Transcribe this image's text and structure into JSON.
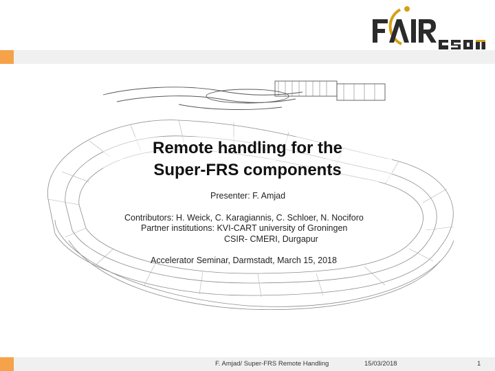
{
  "slide": {
    "title_line1": "Remote handling for the",
    "title_line2": "Super-FRS components",
    "presenter": "Presenter: F. Amjad",
    "contributors": "Contributors: H. Weick, C. Karagiannis, C. Schloer, N. Nociforo",
    "partners_line1": "Partner institutions: KVI-CART university of Groningen",
    "partners_line2": "CSIR- CMERI, Durgapur",
    "event": "Accelerator Seminar, Darmstadt, March 15, 2018"
  },
  "footer": {
    "author_title": "F. Amjad/ Super-FRS Remote Handling",
    "date": "15/03/2018",
    "page_number": "1"
  },
  "logo": {
    "text_fair_f": "F",
    "text_fair_ir": "IR",
    "text_gsi": "GSI"
  },
  "colors": {
    "accent_orange": "#f5a24a",
    "logo_gold": "#d4a017",
    "logo_dark": "#2b2b2b",
    "band_gray": "#f0f0f0"
  }
}
